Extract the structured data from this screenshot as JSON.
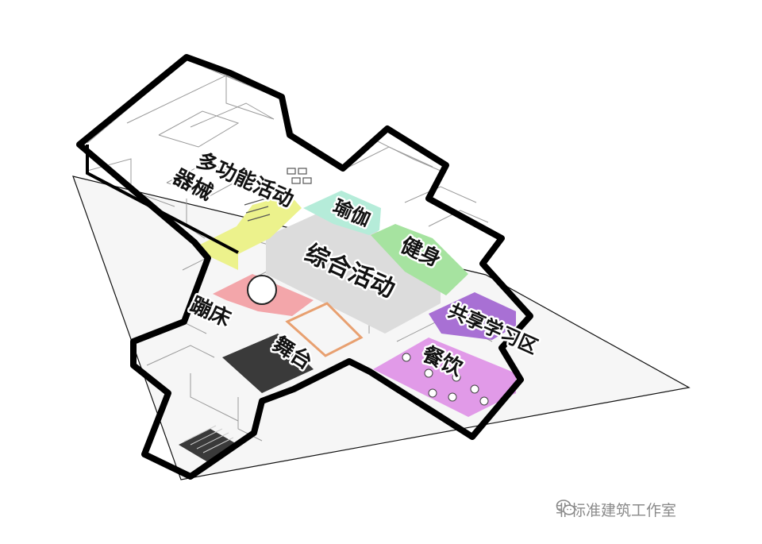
{
  "diagram": {
    "zones": [
      {
        "id": "multi",
        "label": "多功能活动"
      },
      {
        "id": "equip",
        "label": "器械"
      },
      {
        "id": "yoga",
        "label": "瑜伽"
      },
      {
        "id": "fitness",
        "label": "健身"
      },
      {
        "id": "general",
        "label": "综合活动"
      },
      {
        "id": "study",
        "label": "共享学习区"
      },
      {
        "id": "trampoline",
        "label": "蹦床"
      },
      {
        "id": "stage",
        "label": "舞台"
      },
      {
        "id": "dining",
        "label": "餐饮"
      }
    ],
    "colors": {
      "yoga": "#b5ecd9",
      "fitness": "#a6e3a0",
      "general": "#dcdcdc",
      "study": "#a870d4",
      "dining": "#e19ae8",
      "yellow": "#ecf28c",
      "trampoline": "#f3a6aa",
      "stage_frame": "#e8a070",
      "outline": "#000000"
    }
  },
  "watermark": {
    "icon": "wechat-icon",
    "text": "非标准建筑工作室"
  }
}
